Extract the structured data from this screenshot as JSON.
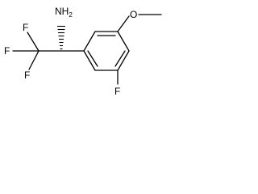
{
  "molecule": {
    "atoms": {
      "amine_N": "NH",
      "amine_sub": "2",
      "fluorine_top": "F",
      "fluorine_left": "F",
      "fluorine_bottom": "F",
      "fluorine_ring": "F",
      "oxygen": "O"
    },
    "stereo": "hashed-wedge",
    "colors": {
      "bond": "#000000",
      "label": "#000000",
      "background": "#ffffff"
    }
  }
}
